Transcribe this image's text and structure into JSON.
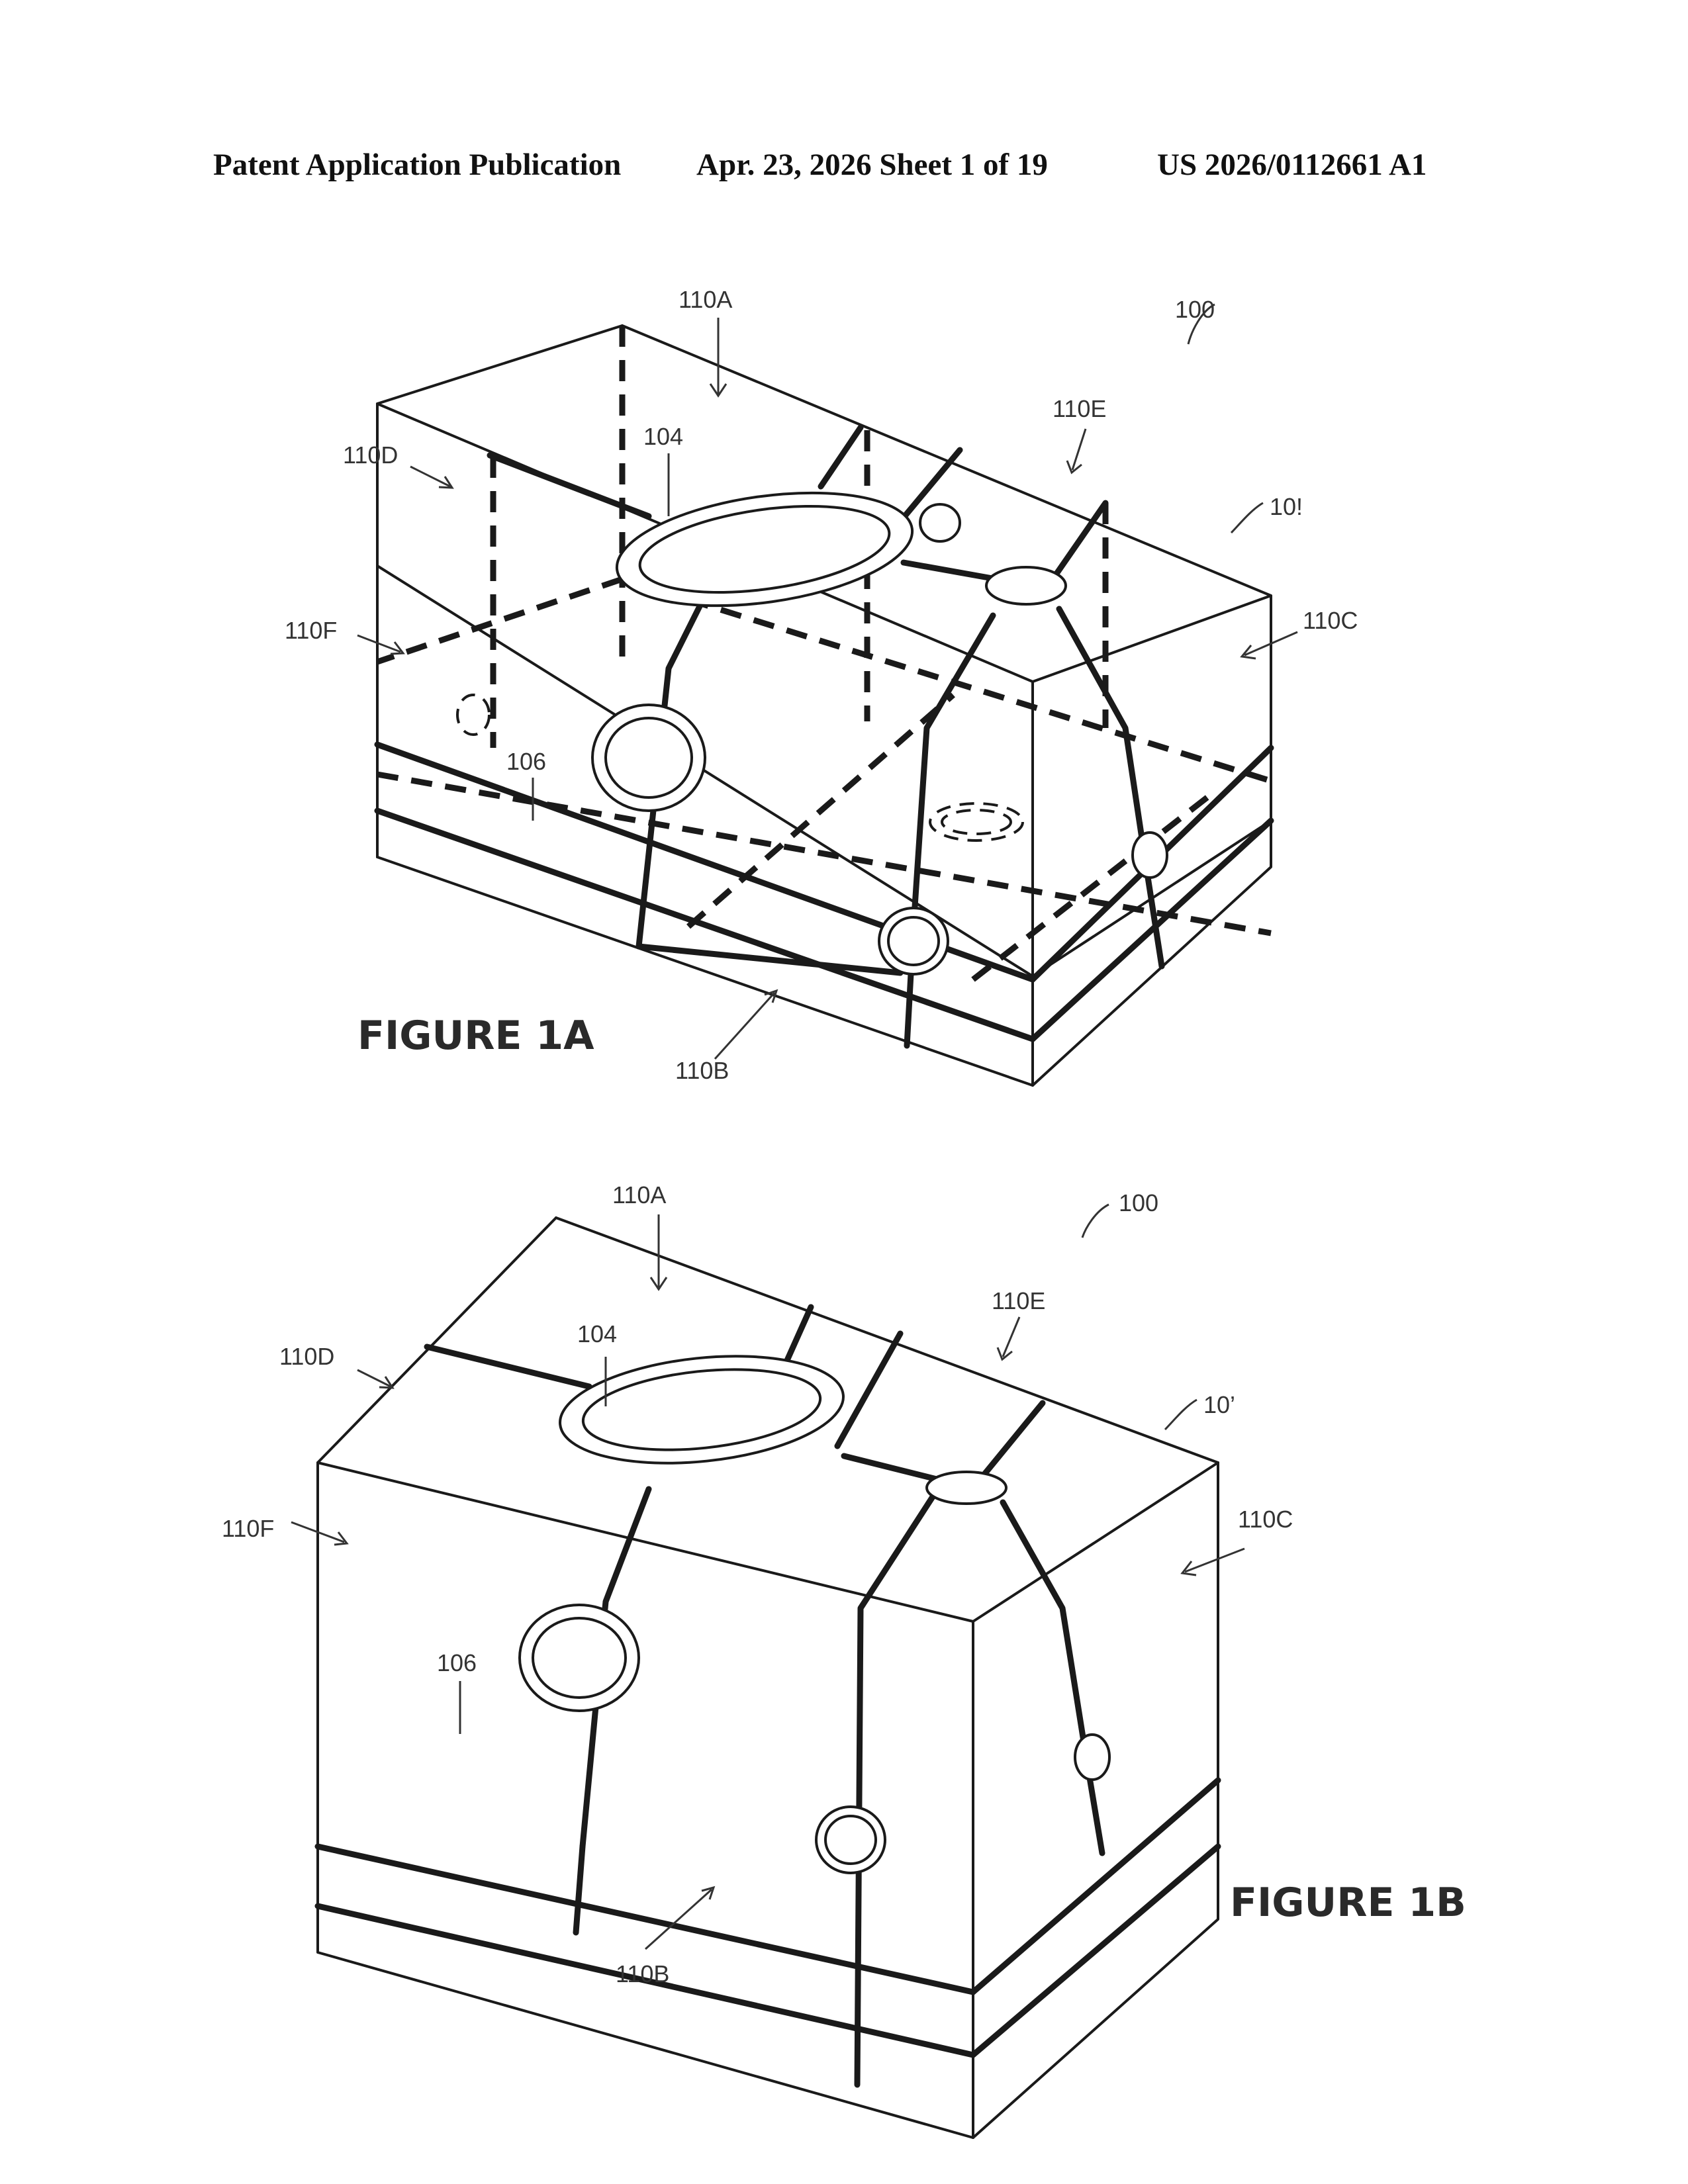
{
  "header": {
    "left": "Patent Application Publication",
    "middle": "Apr. 23, 2026  Sheet 1 of 19",
    "right": "US 2026/0112661 A1"
  },
  "figure_1a": {
    "title": "FIGURE 1A",
    "labels": {
      "assembly": "100",
      "top": "110A",
      "bottom": "110B",
      "right": "110C",
      "back_left": "110D",
      "back": "110E",
      "front": "110F",
      "strap_top": "104",
      "strap_front": "106",
      "corner": "10!"
    }
  },
  "figure_1b": {
    "title": "FIGURE 1B",
    "labels": {
      "assembly": "100",
      "top": "110A",
      "bottom": "110B",
      "right": "110C",
      "back_left": "110D",
      "back": "110E",
      "front": "110F",
      "strap_top": "104",
      "strap_front": "106",
      "corner": "10’"
    }
  }
}
